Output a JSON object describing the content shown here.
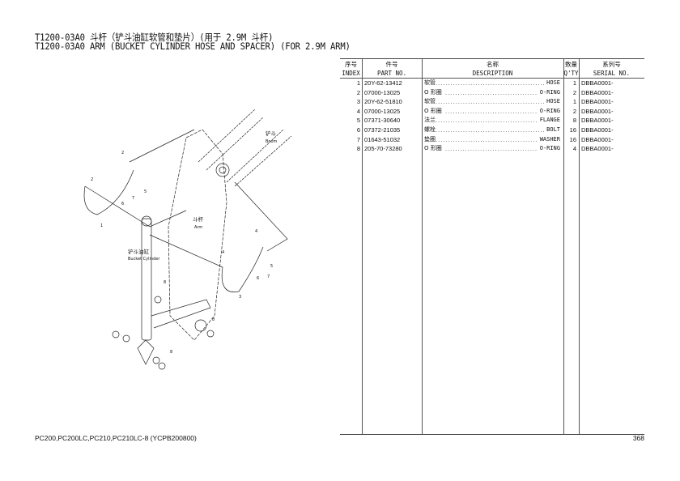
{
  "title_cn": "T1200-03A0 斗杆（铲斗油缸软管和垫片）(用于 2.9M 斗杆)",
  "title_en": "T1200-03A0 ARM (BUCKET CYLINDER HOSE AND SPACER) (FOR 2.9M ARM)",
  "headers": {
    "index_cn": "序号",
    "index_en": "INDEX",
    "part_cn": "件号",
    "part_en": "PART NO.",
    "desc_cn": "名称",
    "desc_en": "DESCRIPTION",
    "qty_cn": "数量",
    "qty_en": "Q'TY",
    "serial_cn": "系列号",
    "serial_en": "SERIAL NO."
  },
  "rows": [
    {
      "index": "1",
      "part": "20Y-62-13412",
      "cn": "软管",
      "en": "HOSE",
      "qty": "1",
      "serial": "DBBA0001-"
    },
    {
      "index": "2",
      "part": "07000-13025",
      "cn": "O 形圈",
      "en": "O-RING",
      "qty": "2",
      "serial": "DBBA0001-"
    },
    {
      "index": "3",
      "part": "20Y-62-51810",
      "cn": "软管",
      "en": "HOSE",
      "qty": "1",
      "serial": "DBBA0001-"
    },
    {
      "index": "4",
      "part": "07000-13025",
      "cn": "O 形圈",
      "en": "O-RING",
      "qty": "2",
      "serial": "DBBA0001-"
    },
    {
      "index": "5",
      "part": "07371-30640",
      "cn": "法兰",
      "en": "FLANGE",
      "qty": "8",
      "serial": "DBBA0001-"
    },
    {
      "index": "6",
      "part": "07372-21035",
      "cn": "螺栓",
      "en": "BOLT",
      "qty": "16",
      "serial": "DBBA0001-"
    },
    {
      "index": "7",
      "part": "01643-51032",
      "cn": "垫圈",
      "en": "WASHER",
      "qty": "16",
      "serial": "DBBA0001-"
    },
    {
      "index": "8",
      "part": "205-70-73280",
      "cn": "O 形圈",
      "en": "O-RING",
      "qty": "4",
      "serial": "DBBA0001-"
    }
  ],
  "diagram": {
    "boom_cn": "铲斗",
    "boom_en": "Boom",
    "arm_cn": "斗杆",
    "arm_en": "Arm",
    "cyl_cn": "铲斗油缸",
    "cyl_en": "Bucket Cylinder",
    "callouts": [
      "1",
      "2",
      "2",
      "5",
      "6",
      "7",
      "3",
      "4",
      "4",
      "5",
      "6",
      "7",
      "8",
      "8",
      "8"
    ]
  },
  "footer": {
    "models": "PC200,PC200LC,PC210,PC210LC-8 (YCPB200800)",
    "page": "368"
  }
}
